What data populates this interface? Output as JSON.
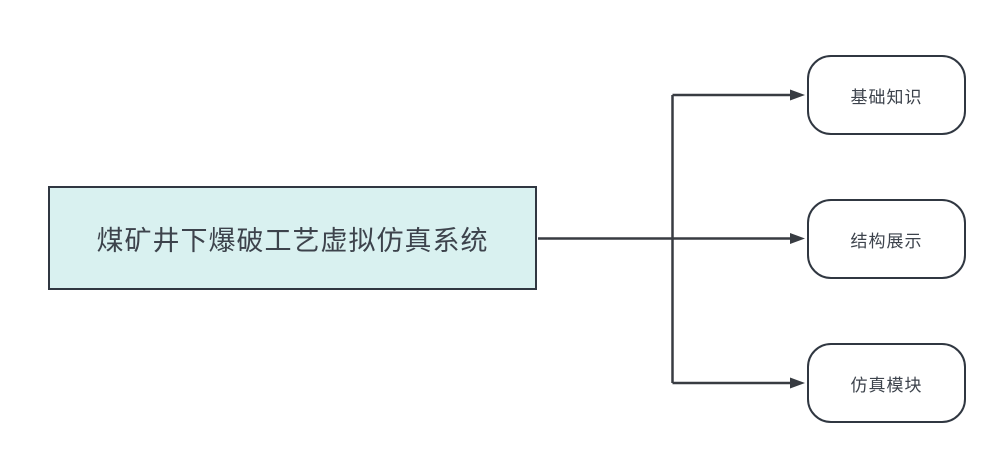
{
  "diagram": {
    "root_node": {
      "label": "煤矿井下爆破工艺虚拟仿真系统"
    },
    "child_nodes": [
      {
        "label": "基础知识"
      },
      {
        "label": "结构展示"
      },
      {
        "label": "仿真模块"
      }
    ],
    "colors": {
      "background": "#ffffff",
      "root_fill": "#d9f1f0",
      "node_fill": "#ffffff",
      "node_border": "#303741",
      "connector": "#383c42",
      "text": "#3d434c"
    }
  }
}
